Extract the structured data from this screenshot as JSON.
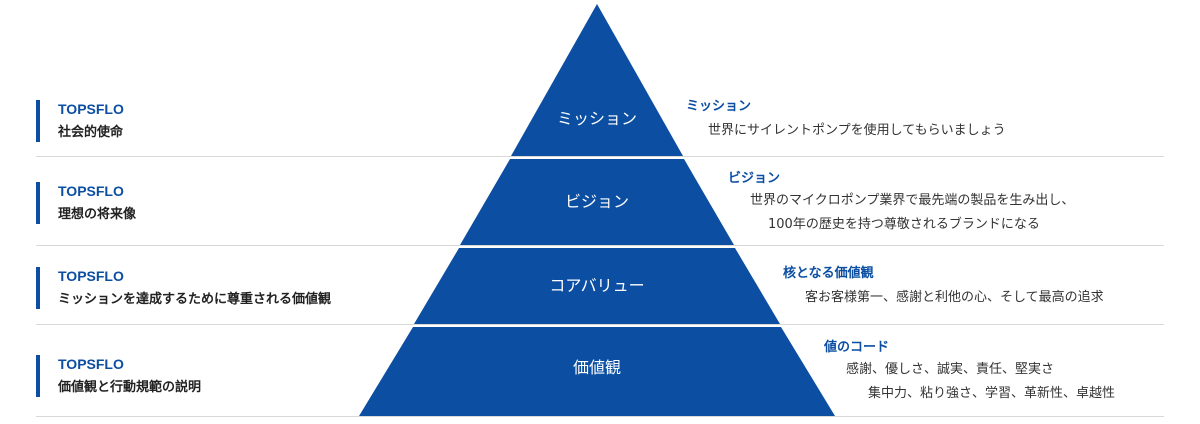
{
  "left_rows": [
    {
      "brand": "TOPSFLO",
      "subtitle": "社会的使命"
    },
    {
      "brand": "TOPSFLO",
      "subtitle": "理想の将来像"
    },
    {
      "brand": "TOPSFLO",
      "subtitle": "ミッションを達成するために尊重される価値観"
    },
    {
      "brand": "TOPSFLO",
      "subtitle": "価値観と行動規範の説明"
    }
  ],
  "tiers": [
    {
      "label": "ミッション"
    },
    {
      "label": "ビジョン"
    },
    {
      "label": "コアバリュー"
    },
    {
      "label": "価値観"
    }
  ],
  "right_rows": [
    {
      "title": "ミッション",
      "lines": [
        "世界にサイレントポンプを使用してもらいましょう"
      ]
    },
    {
      "title": "ビジョン",
      "lines": [
        "世界のマイクロポンプ業界で最先端の製品を生み出し、",
        "100年の歴史を持つ尊敬されるブランドになる"
      ]
    },
    {
      "title": "核となる価値観",
      "lines": [
        "客お客様第一、感謝と利他の心、そして最高の追求"
      ]
    },
    {
      "title": "値のコード",
      "lines": [
        "感謝、優しさ、誠実、責任、堅実さ",
        "集中力、粘り強さ、学習、革新性、卓越性"
      ]
    }
  ],
  "colors": {
    "pyramid_fill": "#0b4ea2",
    "accent": "#0b4ea2",
    "divider": "#d8d8d8"
  }
}
